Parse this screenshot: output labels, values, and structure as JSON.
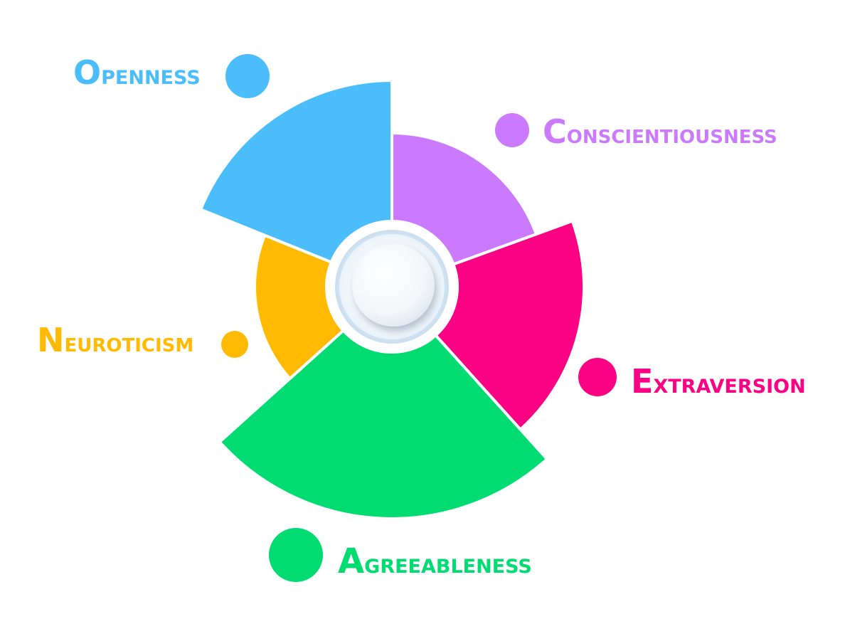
{
  "chart_data": {
    "type": "polar-area",
    "categories": [
      "Openness",
      "Conscientiousness",
      "Extraversion",
      "Agreeableness",
      "Neuroticism"
    ],
    "values": [
      290,
      216,
      270,
      326,
      193
    ],
    "colors": [
      "#4bbdfb",
      "#cb7afd",
      "#fb0184",
      "#01dc72",
      "#ffba01"
    ],
    "title": "",
    "xlabel": "",
    "ylabel": "",
    "legend": "outside-segments",
    "grid": false
  }
}
